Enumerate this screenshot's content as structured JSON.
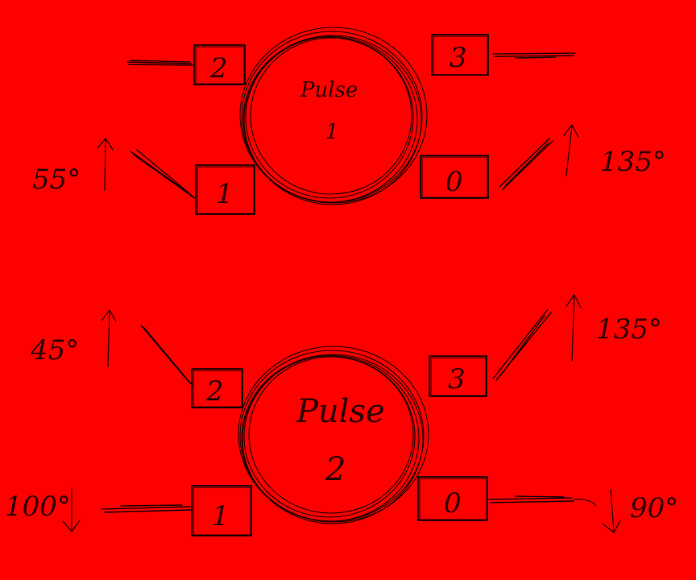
{
  "background_color": "#ff0000",
  "ink_color": "#1a0000",
  "diagrams": [
    {
      "name": "pulse-1",
      "title_line1": "Pulse",
      "title_line2": "1",
      "boxes": [
        {
          "id": "2",
          "label": "2"
        },
        {
          "id": "3",
          "label": "3"
        },
        {
          "id": "1",
          "label": "1"
        },
        {
          "id": "0",
          "label": "0"
        }
      ],
      "angles": {
        "left": "55°",
        "right": "135°"
      }
    },
    {
      "name": "pulse-2",
      "title_line1": "Pulse",
      "title_line2": "2",
      "boxes": [
        {
          "id": "2",
          "label": "2"
        },
        {
          "id": "3",
          "label": "3"
        },
        {
          "id": "1",
          "label": "1"
        },
        {
          "id": "0",
          "label": "0"
        }
      ],
      "angles": {
        "top_left": "45°",
        "top_right": "135°",
        "bottom_left": "100°",
        "bottom_right": "90°"
      }
    }
  ]
}
